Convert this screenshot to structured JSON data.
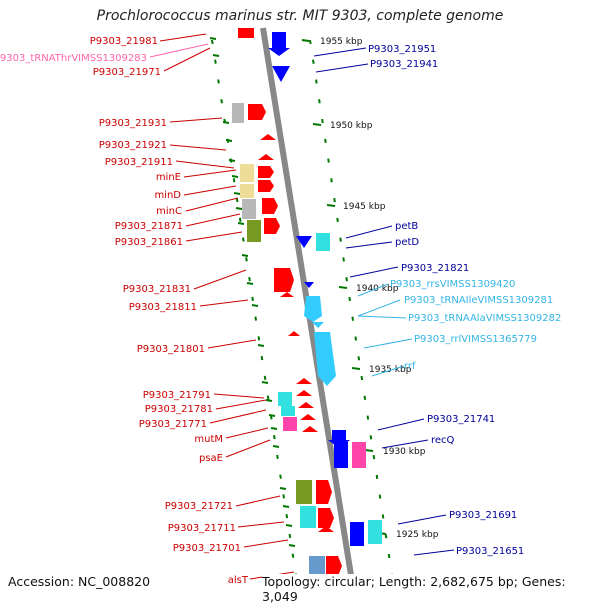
{
  "title": "Prochlorococcus marinus str. MIT 9303, complete genome",
  "footer": {
    "accession": "Accession: NC_008820",
    "summary": "Topology: circular; Length: 2,682,675 bp; Genes: 3,049"
  },
  "colors": {
    "backbone": "#888888",
    "gene_red": "#ff0000",
    "gene_blue": "#0000ff",
    "gene_cyan": "#33ccff",
    "label_red": "#cc0000",
    "label_navy": "#000099",
    "label_pink": "#ff66aa",
    "label_cyan": "#33b5e5",
    "tick_green": "#007700",
    "box_gray": "#b8b8b8",
    "box_olive": "#779922",
    "box_yellow": "#eedd99",
    "box_cyan": "#33e0e0",
    "box_pink": "#ff44aa",
    "box_steel": "#6699cc"
  },
  "scale_ticks": [
    {
      "label": "1955 kbp"
    },
    {
      "label": "1950 kbp"
    },
    {
      "label": "1945 kbp"
    },
    {
      "label": "1940 kbp"
    },
    {
      "label": "1935 kbp"
    },
    {
      "label": "1930 kbp"
    },
    {
      "label": "1925 kbp"
    }
  ],
  "left_labels": [
    {
      "text": "P9303_21981",
      "color": "#cc0000"
    },
    {
      "text": "P9303_tRNAThrVIMSS1309283",
      "color": "#ff66aa"
    },
    {
      "text": "P9303_21971",
      "color": "#cc0000"
    },
    {
      "text": "P9303_21931",
      "color": "#cc0000"
    },
    {
      "text": "P9303_21921",
      "color": "#cc0000"
    },
    {
      "text": "P9303_21911",
      "color": "#cc0000"
    },
    {
      "text": "minE",
      "color": "#cc0000"
    },
    {
      "text": "minD",
      "color": "#cc0000"
    },
    {
      "text": "minC",
      "color": "#cc0000"
    },
    {
      "text": "P9303_21871",
      "color": "#cc0000"
    },
    {
      "text": "P9303_21861",
      "color": "#cc0000"
    },
    {
      "text": "P9303_21831",
      "color": "#cc0000"
    },
    {
      "text": "P9303_21811",
      "color": "#cc0000"
    },
    {
      "text": "P9303_21801",
      "color": "#cc0000"
    },
    {
      "text": "P9303_21791",
      "color": "#cc0000"
    },
    {
      "text": "P9303_21781",
      "color": "#cc0000"
    },
    {
      "text": "P9303_21771",
      "color": "#cc0000"
    },
    {
      "text": "mutM",
      "color": "#cc0000"
    },
    {
      "text": "psaE",
      "color": "#cc0000"
    },
    {
      "text": "P9303_21721",
      "color": "#cc0000"
    },
    {
      "text": "P9303_21711",
      "color": "#cc0000"
    },
    {
      "text": "P9303_21701",
      "color": "#cc0000"
    },
    {
      "text": "alsT",
      "color": "#cc0000"
    }
  ],
  "right_labels": [
    {
      "text": "P9303_21951",
      "color": "#000099"
    },
    {
      "text": "P9303_21941",
      "color": "#000099"
    },
    {
      "text": "petB",
      "color": "#000099"
    },
    {
      "text": "petD",
      "color": "#000099"
    },
    {
      "text": "P9303_21821",
      "color": "#000099"
    },
    {
      "text": "P9303_rrsVIMSS1309420",
      "color": "#33b5e5"
    },
    {
      "text": "P9303_tRNAIleVIMSS1309281",
      "color": "#33b5e5"
    },
    {
      "text": "P9303_tRNAAlaVIMSS1309282",
      "color": "#33b5e5"
    },
    {
      "text": "P9303_rrlVIMSS1365779",
      "color": "#33b5e5"
    },
    {
      "text": "rrf",
      "color": "#33b5e5"
    },
    {
      "text": "P9303_21741",
      "color": "#000099"
    },
    {
      "text": "recQ",
      "color": "#000099"
    },
    {
      "text": "P9303_21691",
      "color": "#000099"
    },
    {
      "text": "P9303_21651",
      "color": "#000099"
    }
  ]
}
